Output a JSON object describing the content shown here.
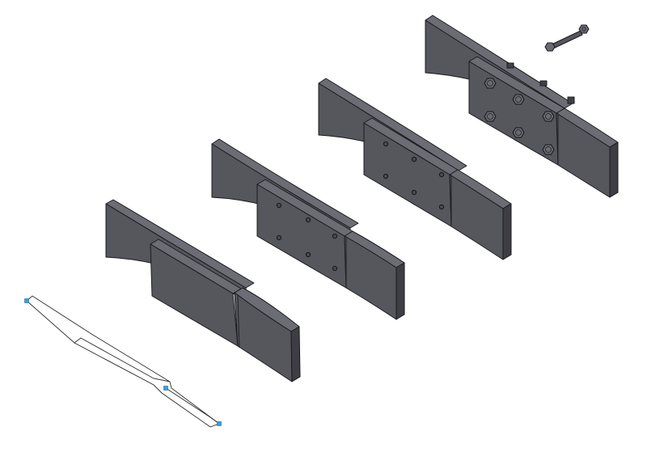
{
  "canvas": {
    "background": "#ffffff",
    "face_colors": {
      "top": "#6c6c74",
      "front": "#56565d",
      "side": "#3d3d43",
      "edge": "#1b1b1f",
      "grip": "#3a9fd2"
    }
  },
  "wireframe_profile": {
    "grip_points": 3,
    "style": "2D outline"
  },
  "stages": [
    {
      "id": "stage-1",
      "splice_plate": true,
      "bolt_holes": 0,
      "bolts": 0
    },
    {
      "id": "stage-2",
      "splice_plate": true,
      "bolt_holes": 6,
      "bolts": 0
    },
    {
      "id": "stage-3",
      "splice_plate": true,
      "bolt_holes": 6,
      "bolts": 0
    },
    {
      "id": "stage-4",
      "splice_plate": true,
      "bolt_holes": 6,
      "bolts": 6
    }
  ],
  "exploded_bolt": {
    "count": 1,
    "icon": "hex-bolt-icon"
  }
}
